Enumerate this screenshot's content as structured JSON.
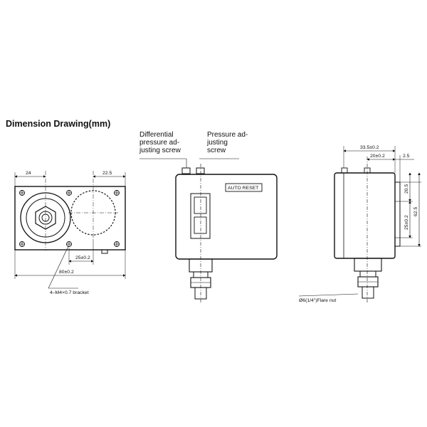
{
  "title": "Dimension Drawing(mm)",
  "callouts": {
    "differential_line1": "Differential",
    "differential_line2": "pressure ad-",
    "differential_line3": "justing screw",
    "pressure_line1": "Pressure ad-",
    "pressure_line2": "justing",
    "pressure_line3": "screw",
    "auto_reset": "AUTO RESET",
    "bracket": "4–M4×0.7 bracket",
    "flare_nut": "Ø6(1/4\")Flare nut"
  },
  "dimensions": {
    "left_24": "24",
    "left_22_5": "22.5",
    "left_25": "25±0.2",
    "left_80": "80±0.2",
    "right_33_5": "33.5±0.2",
    "right_20": "20±0.2",
    "right_2_5": "2.5",
    "right_20_5": "20.5",
    "right_25": "25±0.2",
    "right_62_5": "62.5"
  }
}
